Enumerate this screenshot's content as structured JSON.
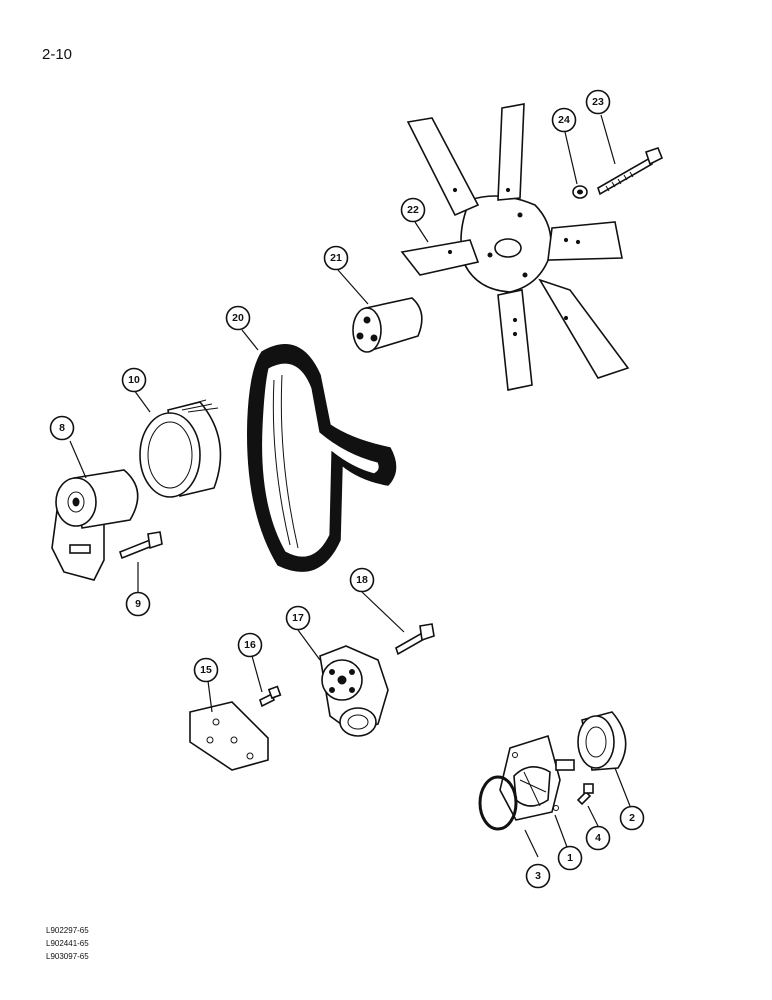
{
  "page_number": "2-10",
  "callouts": [
    {
      "id": "c1",
      "label": "1"
    },
    {
      "id": "c2",
      "label": "2"
    },
    {
      "id": "c3",
      "label": "3"
    },
    {
      "id": "c4",
      "label": "4"
    },
    {
      "id": "c8",
      "label": "8"
    },
    {
      "id": "c9",
      "label": "9"
    },
    {
      "id": "c10",
      "label": "10"
    },
    {
      "id": "c15",
      "label": "15"
    },
    {
      "id": "c16",
      "label": "16"
    },
    {
      "id": "c17",
      "label": "17"
    },
    {
      "id": "c18",
      "label": "18"
    },
    {
      "id": "c20",
      "label": "20"
    },
    {
      "id": "c21",
      "label": "21"
    },
    {
      "id": "c22",
      "label": "22"
    },
    {
      "id": "c23",
      "label": "23"
    },
    {
      "id": "c24",
      "label": "24"
    }
  ],
  "reference_codes": [
    "L902297-65",
    "L902441-65",
    "L903097-65"
  ]
}
